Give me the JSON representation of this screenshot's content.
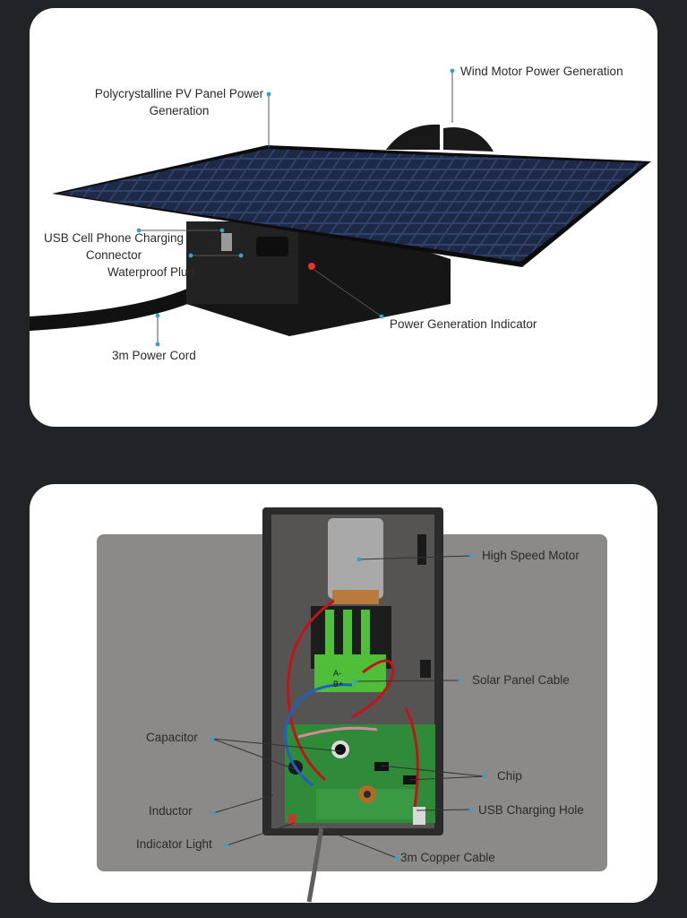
{
  "top_panel": {
    "labels": {
      "pv_panel": "Polycrystalline PV Panel Power Generation",
      "pv_panel_line1": "Polycrystalline PV Panel Power",
      "pv_panel_line2": "Generation",
      "wind_motor": "Wind Motor Power Generation",
      "usb_charging_line1": "USB Cell Phone Charging",
      "usb_charging_line2": "Connector",
      "waterproof_plug": "Waterproof Plug",
      "power_indicator": "Power Generation Indicator",
      "power_cord": "3m Power Cord"
    }
  },
  "bottom_panel": {
    "labels": {
      "motor": "High Speed Motor",
      "solar_cable": "Solar Panel Cable",
      "capacitor": "Capacitor",
      "chip": "Chip",
      "inductor": "Inductor",
      "usb_hole": "USB Charging Hole",
      "indicator_light": "Indicator Light",
      "copper_cable": "3m Copper Cable"
    },
    "board_marks": [
      "A-",
      "B+"
    ]
  },
  "colors": {
    "background": "#202327",
    "card": "#ffffff",
    "callout_dot": "#3aa0c8",
    "panel": "#1e2a44",
    "pcb": "#2f8a3a"
  }
}
